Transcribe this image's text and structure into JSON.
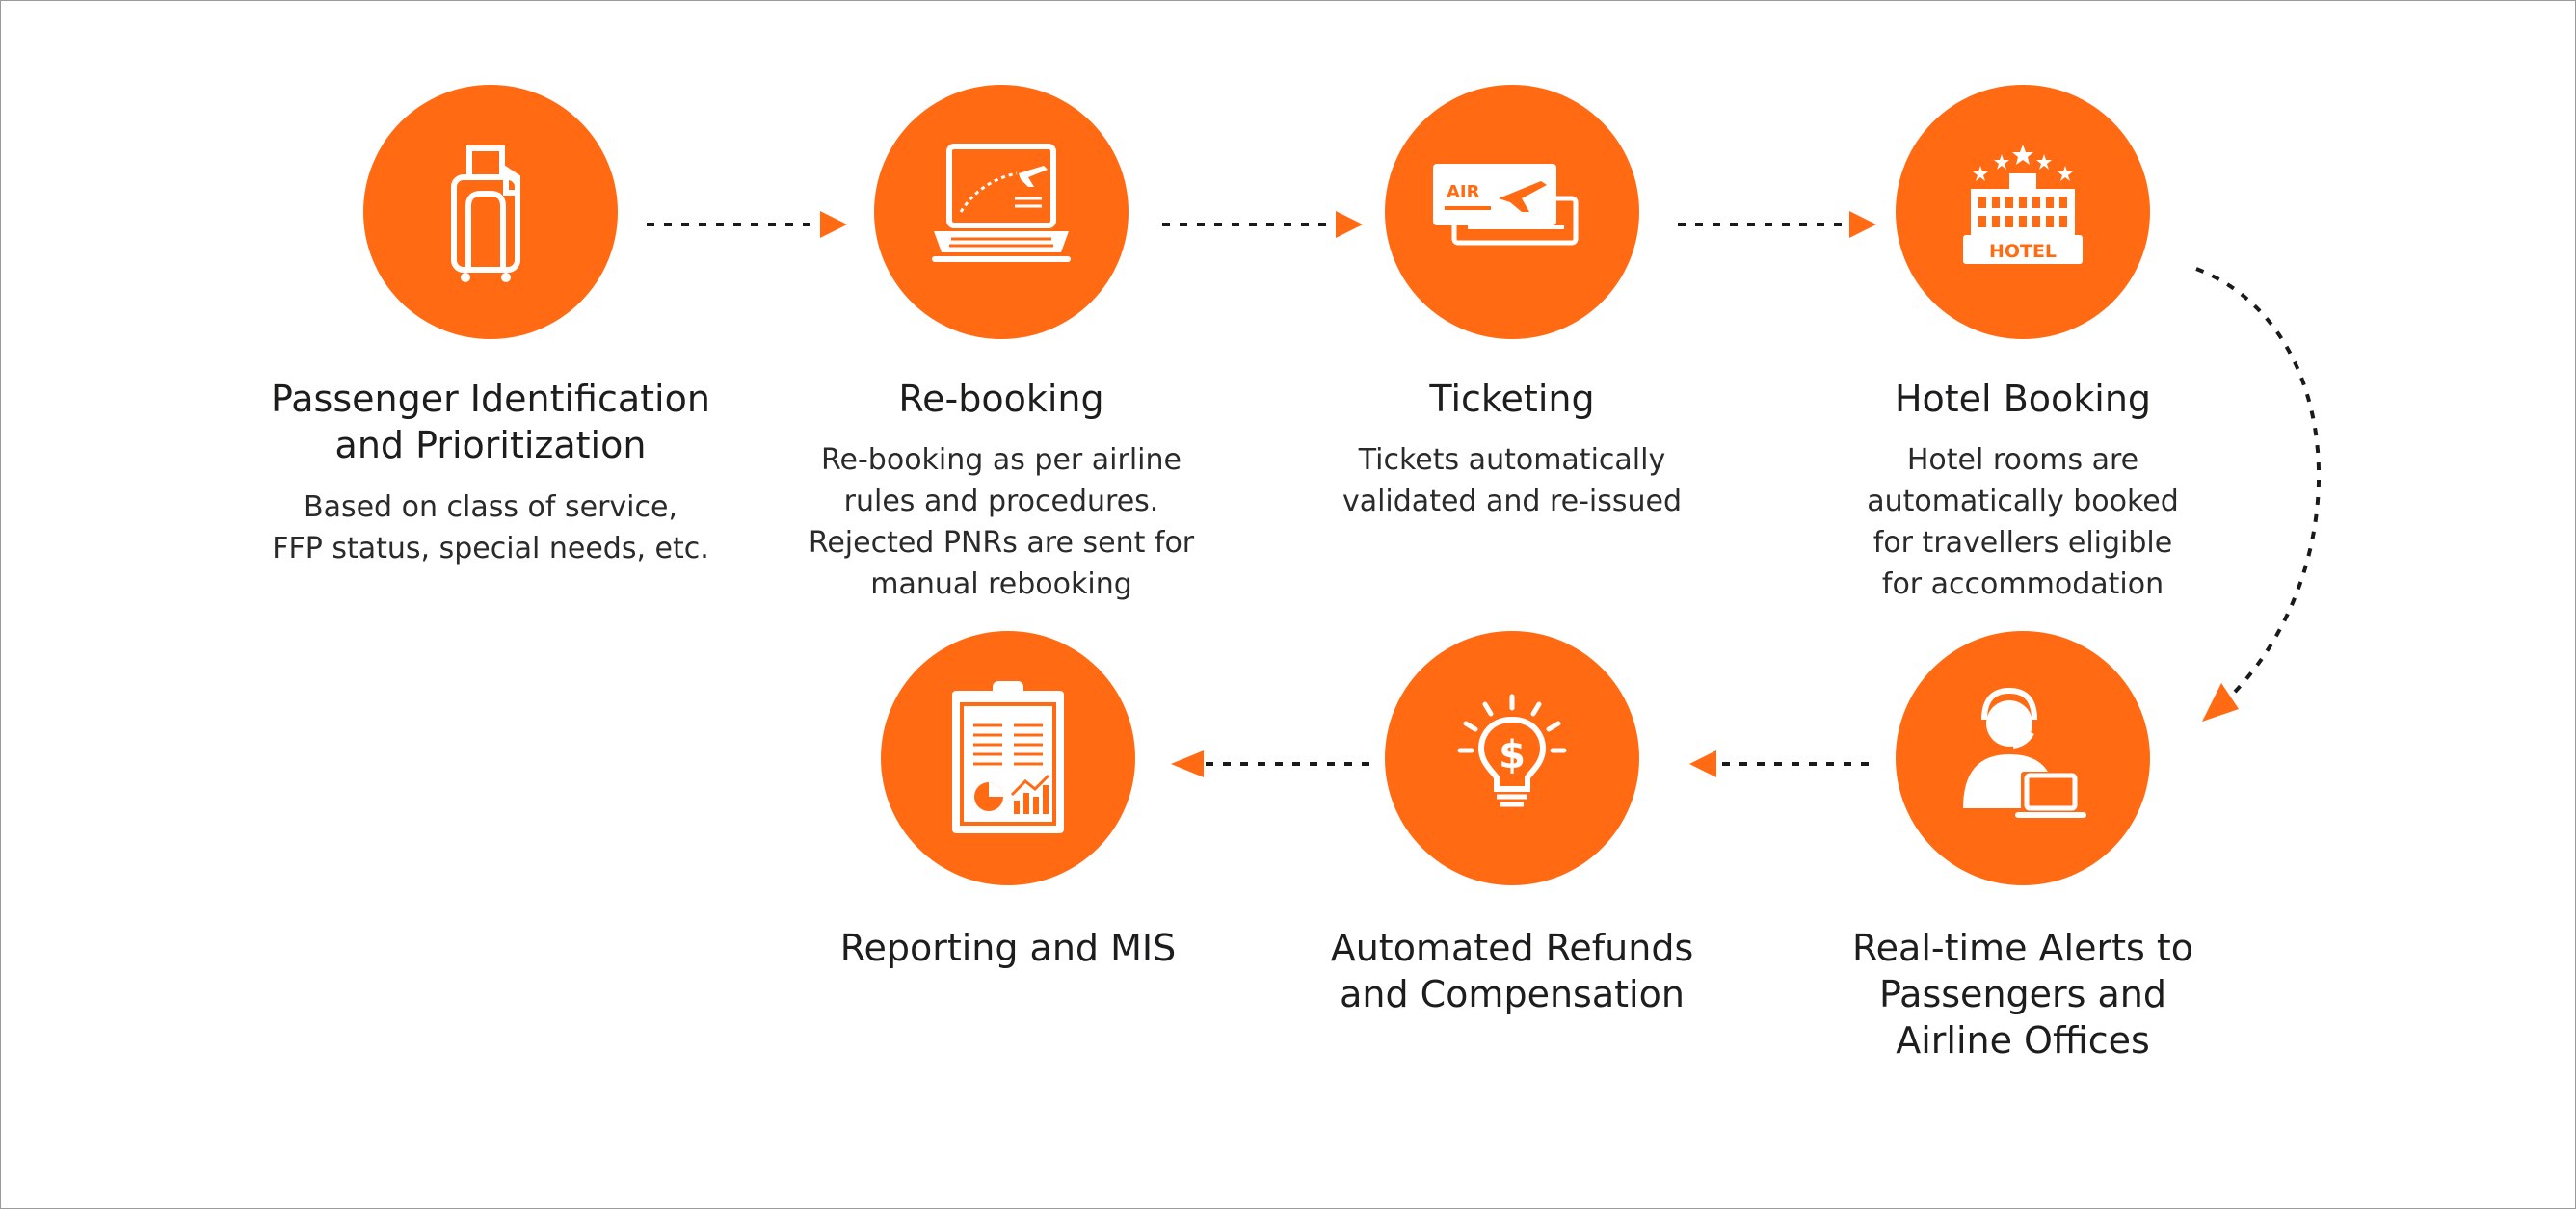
{
  "theme": {
    "accent": "#ff6a13",
    "text": "#1d1d1b",
    "background": "#ffffff"
  },
  "steps": [
    {
      "id": "passenger-identification",
      "icon": "luggage-icon",
      "title": "Passenger Identification\nand Prioritization",
      "description": "Based on class of service,\nFFP status, special needs, etc."
    },
    {
      "id": "re-booking",
      "icon": "laptop-flight-icon",
      "title": "Re-booking",
      "description": "Re-booking as per airline\nrules and procedures.\nRejected PNRs are sent for\nmanual rebooking"
    },
    {
      "id": "ticketing",
      "icon": "air-ticket-icon",
      "icon_text": "AIR",
      "title": "Ticketing",
      "description": "Tickets automatically\nvalidated and re-issued"
    },
    {
      "id": "hotel-booking",
      "icon": "hotel-icon",
      "icon_text": "HOTEL",
      "title": "Hotel Booking",
      "description": "Hotel rooms are\nautomatically booked\nfor travellers eligible\nfor accommodation"
    },
    {
      "id": "real-time-alerts",
      "icon": "support-agent-icon",
      "title": "Real-time Alerts to\nPassengers and\nAirline Offices",
      "description": ""
    },
    {
      "id": "automated-refunds",
      "icon": "lightbulb-dollar-icon",
      "icon_text": "$",
      "title": "Automated Refunds\nand Compensation",
      "description": ""
    },
    {
      "id": "reporting",
      "icon": "clipboard-report-icon",
      "title": "Reporting and MIS",
      "description": ""
    }
  ]
}
